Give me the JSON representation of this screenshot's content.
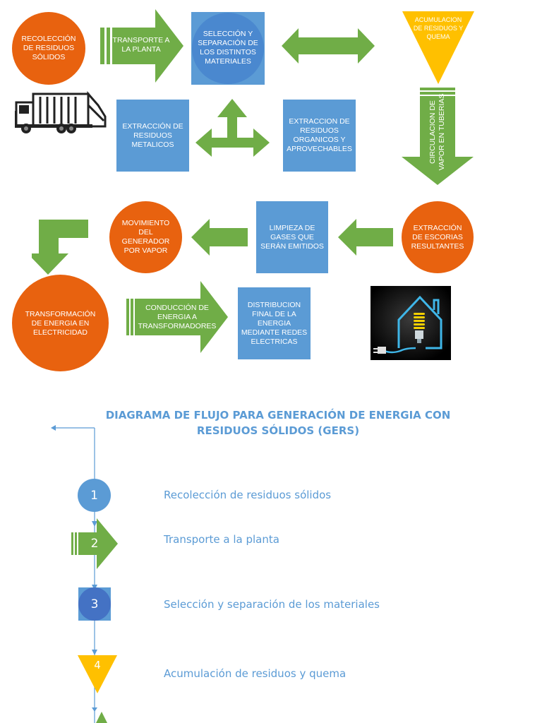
{
  "flow": {
    "recoleccion": "RECOLECCIÓN DE RESIDUOS SÓLIDOS",
    "transporte": "TRANSPORTE A LA PLANTA",
    "seleccion": "SELECCIÓN Y SEPARACIÓN DE LOS DISTINTOS MATERIALES",
    "acumulacion": "ACUMULACION DE RESIDUOS Y QUEMA",
    "metalicos": "EXTRACCIÓN DE RESIDUOS METALICOS",
    "organicos": "EXTRACCION DE RESIDUOS ORGANICOS Y APROVECHABLES",
    "circulacion": "CIRCULACION DE VAPOR EN TUBERIAS",
    "escorias": "EXTRACCIÓN DE ESCORIAS RESULTANTES",
    "limpieza": "LIMPIEZA DE GASES QUE SERÁN EMITIDOS",
    "movimiento": "MOVIMIENTO DEL GENERADOR POR VAPOR",
    "transformacion": "TRANSFORMACIÓN DE ENERGIA EN ELECTRICIDAD",
    "conduccion": "CONDUCCIÓN DE ENERGIA A TRANSFORMADORES",
    "distribucion": "DISTRIBUCION FINAL DE LA ENERGIA MEDIANTE REDES ELECTRICAS"
  },
  "legend": {
    "title": "DIAGRAMA DE FLUJO PARA GENERACIÓN DE ENERGIA CON RESIDUOS SÓLIDOS (GERS)",
    "steps": [
      {
        "num": "1",
        "label": "Recolección de residuos sólidos"
      },
      {
        "num": "2",
        "label": "Transporte a la planta"
      },
      {
        "num": "3",
        "label": "Selección y separación de los materiales"
      },
      {
        "num": "4",
        "label": "Acumulación de residuos y quema"
      }
    ]
  },
  "colors": {
    "blue": "#5b9bd5",
    "green": "#70ad47",
    "orange": "#e8620f",
    "yellow": "#ffc000",
    "dark_blue": "#4472c4"
  },
  "icons": [
    "garbage-truck-icon",
    "light-bulb-house-icon"
  ]
}
